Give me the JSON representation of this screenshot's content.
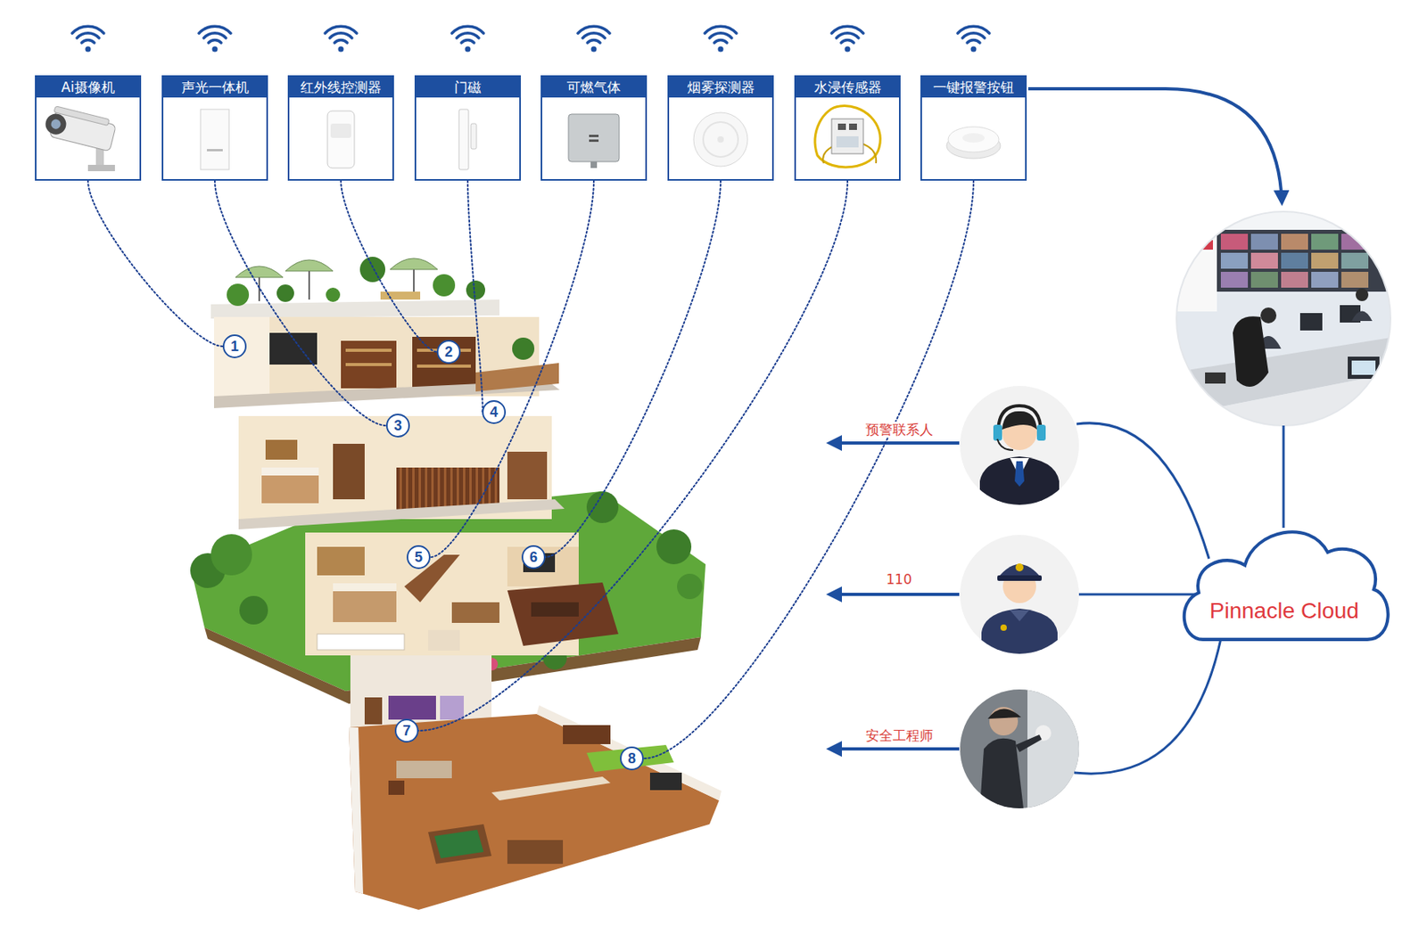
{
  "diagram": {
    "nodes": [
      {
        "text": [
          "Ai摄像机"
        ]
      },
      {
        "text": [
          "声光一体机"
        ]
      },
      {
        "text": [
          "红外线控测器"
        ]
      },
      {
        "text": [
          "门磁"
        ]
      },
      {
        "text": [
          "可燃气体"
        ]
      },
      {
        "text": [
          "烟雾探测器"
        ]
      },
      {
        "text": [
          "水浸传感器"
        ]
      },
      {
        "text": [
          "一键报警按钮"
        ]
      },
      {
        "text": [
          "1"
        ]
      },
      {
        "text": [
          "2"
        ]
      },
      {
        "text": [
          "3"
        ]
      },
      {
        "text": [
          "4"
        ]
      },
      {
        "text": [
          "5"
        ]
      },
      {
        "text": [
          "6"
        ]
      },
      {
        "text": [
          "7"
        ]
      },
      {
        "text": [
          "8"
        ]
      },
      {
        "text": [
          "Pinnacle Cloud"
        ]
      }
    ],
    "edges": [
      {
        "from": 0,
        "to": 8,
        "arrow": "none"
      },
      {
        "from": 1,
        "to": 10,
        "arrow": "none"
      },
      {
        "from": 2,
        "to": 9,
        "arrow": "none"
      },
      {
        "from": 3,
        "to": 11,
        "arrow": "none"
      },
      {
        "from": 4,
        "to": 12,
        "arrow": "none"
      },
      {
        "from": 5,
        "to": 13,
        "arrow": "none"
      },
      {
        "from": 6,
        "to": 14,
        "arrow": "none"
      },
      {
        "from": 7,
        "to": 15,
        "arrow": "none"
      }
    ],
    "labels": [
      "预警联系人",
      "110",
      "安全工程师"
    ]
  }
}
